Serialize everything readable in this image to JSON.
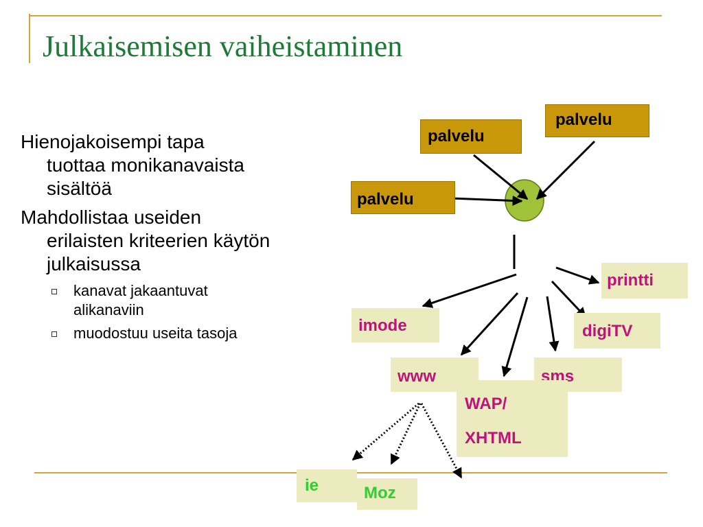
{
  "slide": {
    "title": "Julkaisemisen vaiheistaminen",
    "accent_color": "#d4a437",
    "title_color": "#1f7a3a"
  },
  "bullets": {
    "b1": {
      "line1": "Hienojakoisempi tapa",
      "line2": "tuottaa monikanavaista",
      "line3": "sisältöä"
    },
    "b2": {
      "line1": "Mahdollistaa useiden",
      "line2": "erilaisten kriteerien käytön",
      "line3": "julkaisussa"
    },
    "sub": [
      {
        "line1": "kanavat jakaantuvat",
        "line2": "alikanaviin"
      },
      {
        "line1": "muodostuu useita tasoja"
      }
    ]
  },
  "diagram": {
    "services": [
      "palvelu",
      "palvelu",
      "palvelu"
    ],
    "channels": [
      "printti",
      "imode",
      "digiTV",
      "www",
      "sms",
      "WAP/",
      "XHTML"
    ],
    "browsers": [
      "ie",
      "Moz"
    ],
    "colors": {
      "service_fill": "#c9970a",
      "channel_fill": "#ecebbf",
      "channel_text": "#c0127a",
      "browser_text": "#2fcf2f",
      "hub_fill": "#9fc238"
    }
  }
}
